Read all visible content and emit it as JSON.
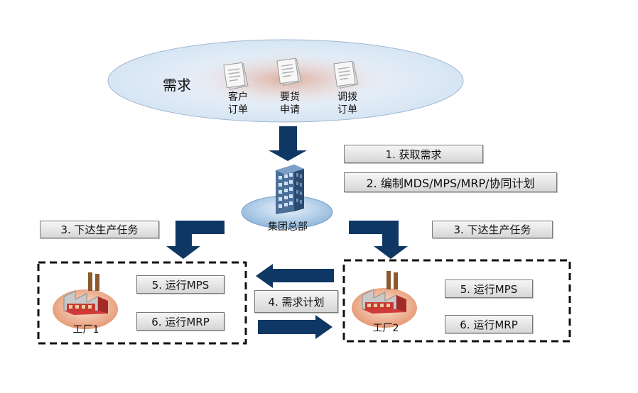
{
  "demand": {
    "title": "需求",
    "docs": [
      {
        "line1": "客户",
        "line2": "订单"
      },
      {
        "line1": "要货",
        "line2": "申请"
      },
      {
        "line1": "调拨",
        "line2": "订单"
      }
    ]
  },
  "hq": {
    "label": "集团总部"
  },
  "steps": {
    "step1": "1. 获取需求",
    "step2": "2. 编制MDS/MPS/MRP/协同计划",
    "step3_left": "3. 下达生产任务",
    "step3_right": "3. 下达生产任务",
    "step4": "4. 需求计划"
  },
  "factory1": {
    "label": "工厂1",
    "run_mps": "5. 运行MPS",
    "run_mrp": "6. 运行MRP"
  },
  "factory2": {
    "label": "工厂2",
    "run_mps": "5. 运行MPS",
    "run_mrp": "6. 运行MRP"
  },
  "colors": {
    "arrow": "#0e3763",
    "ellipse": "#dce9f6",
    "dash": "#111111"
  }
}
